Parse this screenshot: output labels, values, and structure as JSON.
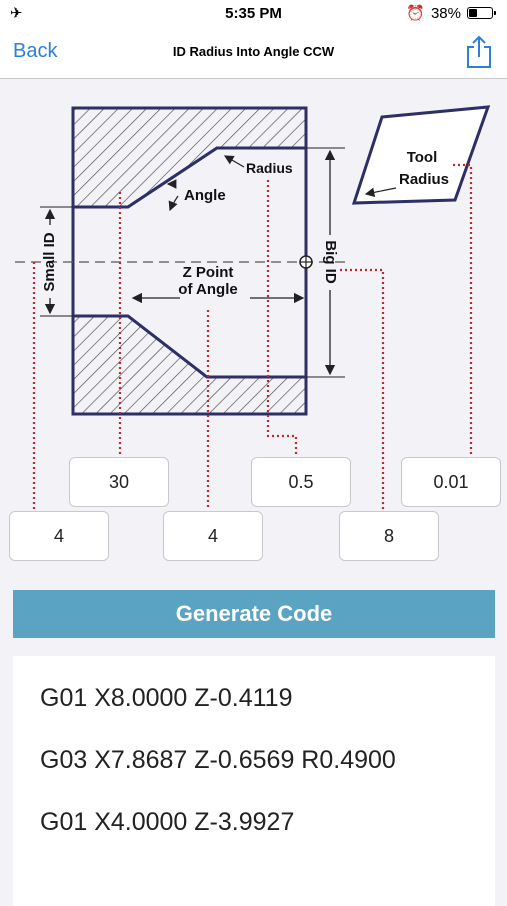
{
  "status": {
    "time": "5:35 PM",
    "battery_text": "38%",
    "battery_level": 0.38,
    "alarm_glyph": "⏰",
    "plane_glyph": "✈"
  },
  "nav": {
    "back_label": "Back",
    "title": "ID Radius Into Angle CCW"
  },
  "diagram": {
    "labels": {
      "radius": "Radius",
      "angle": "Angle",
      "tool": "Tool",
      "tool_radius": "Radius",
      "small_id": "Small ID",
      "big_id": "Big ID",
      "z_point_1": "Z Point",
      "z_point_2": "of Angle"
    }
  },
  "inputs": {
    "angle": "30",
    "radius": "0.5",
    "tool_radius": "0.01",
    "small_id": "4",
    "z_point": "4",
    "big_id": "8"
  },
  "generate_label": "Generate Code",
  "code_lines": [
    "G01 X8.0000 Z-0.4119",
    "G03 X7.8687 Z-0.6569 R0.4900",
    "G01 X4.0000 Z-3.9927"
  ],
  "colors": {
    "accent": "#2f7fd6",
    "button": "#5ba3c2",
    "dimension": "#c0282d",
    "part_outline": "#2d2f66"
  }
}
